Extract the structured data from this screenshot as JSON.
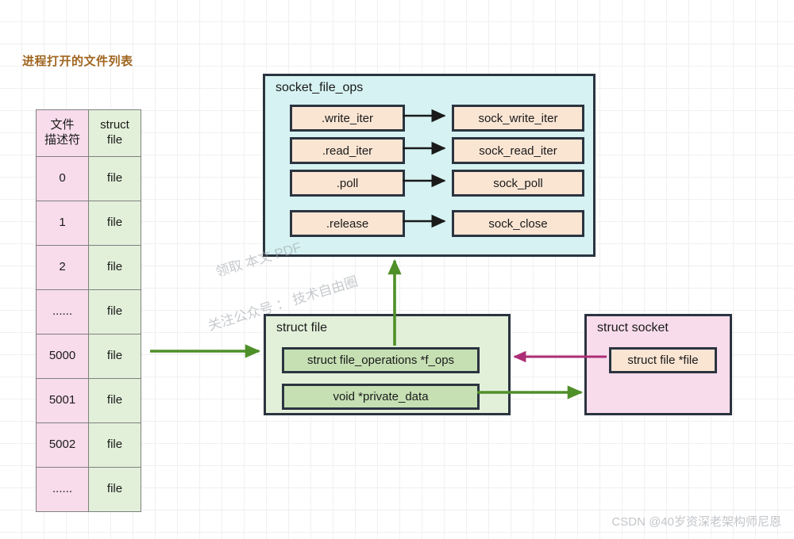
{
  "title": "进程打开的文件列表",
  "fd_table": {
    "headers": [
      "文件\n描述符",
      "struct\nfile"
    ],
    "header_fd_line1": "文件",
    "header_fd_line2": "描述符",
    "header_file_line1": "struct",
    "header_file_line2": "file",
    "rows": [
      {
        "fd": "0",
        "file": "file"
      },
      {
        "fd": "1",
        "file": "file"
      },
      {
        "fd": "2",
        "file": "file"
      },
      {
        "fd": "......",
        "file": "file"
      },
      {
        "fd": "5000",
        "file": "file"
      },
      {
        "fd": "5001",
        "file": "file"
      },
      {
        "fd": "5002",
        "file": "file"
      },
      {
        "fd": "......",
        "file": "file"
      }
    ]
  },
  "socket_file_ops": {
    "title": "socket_file_ops",
    "mappings": [
      {
        "op": ".write_iter",
        "impl": "sock_write_iter"
      },
      {
        "op": ".read_iter",
        "impl": "sock_read_iter"
      },
      {
        "op": ".poll",
        "impl": "sock_poll"
      },
      {
        "op": ".release",
        "impl": "sock_close"
      }
    ]
  },
  "struct_file": {
    "title": "struct file",
    "fields": [
      "struct file_operations *f_ops",
      "void *private_data"
    ]
  },
  "struct_socket": {
    "title": "struct socket",
    "fields": [
      "struct file *file"
    ]
  },
  "watermark": {
    "line1": "领取 本文 PDF",
    "line2": "关注公众号 ：  技术自由圈"
  },
  "footer": "CSDN @40岁资深老架构师尼恩",
  "colors": {
    "title_text": "#a0651f",
    "fd_cell": "#f8dceb",
    "file_cell": "#e2f0d9",
    "ops_panel": "#d6f2f2",
    "op_chip": "#fae5d3",
    "struct_file_panel": "#e2f0d9",
    "struct_file_chip": "#c6e0b4",
    "struct_socket_panel": "#f8dceb",
    "struct_socket_chip": "#fae5d3",
    "border": "#2b3440",
    "arrow_green": "#4f8f29",
    "arrow_magenta": "#ad2e76",
    "arrow_black": "#1a1a1a",
    "footer_text": "#c3c6ca"
  }
}
